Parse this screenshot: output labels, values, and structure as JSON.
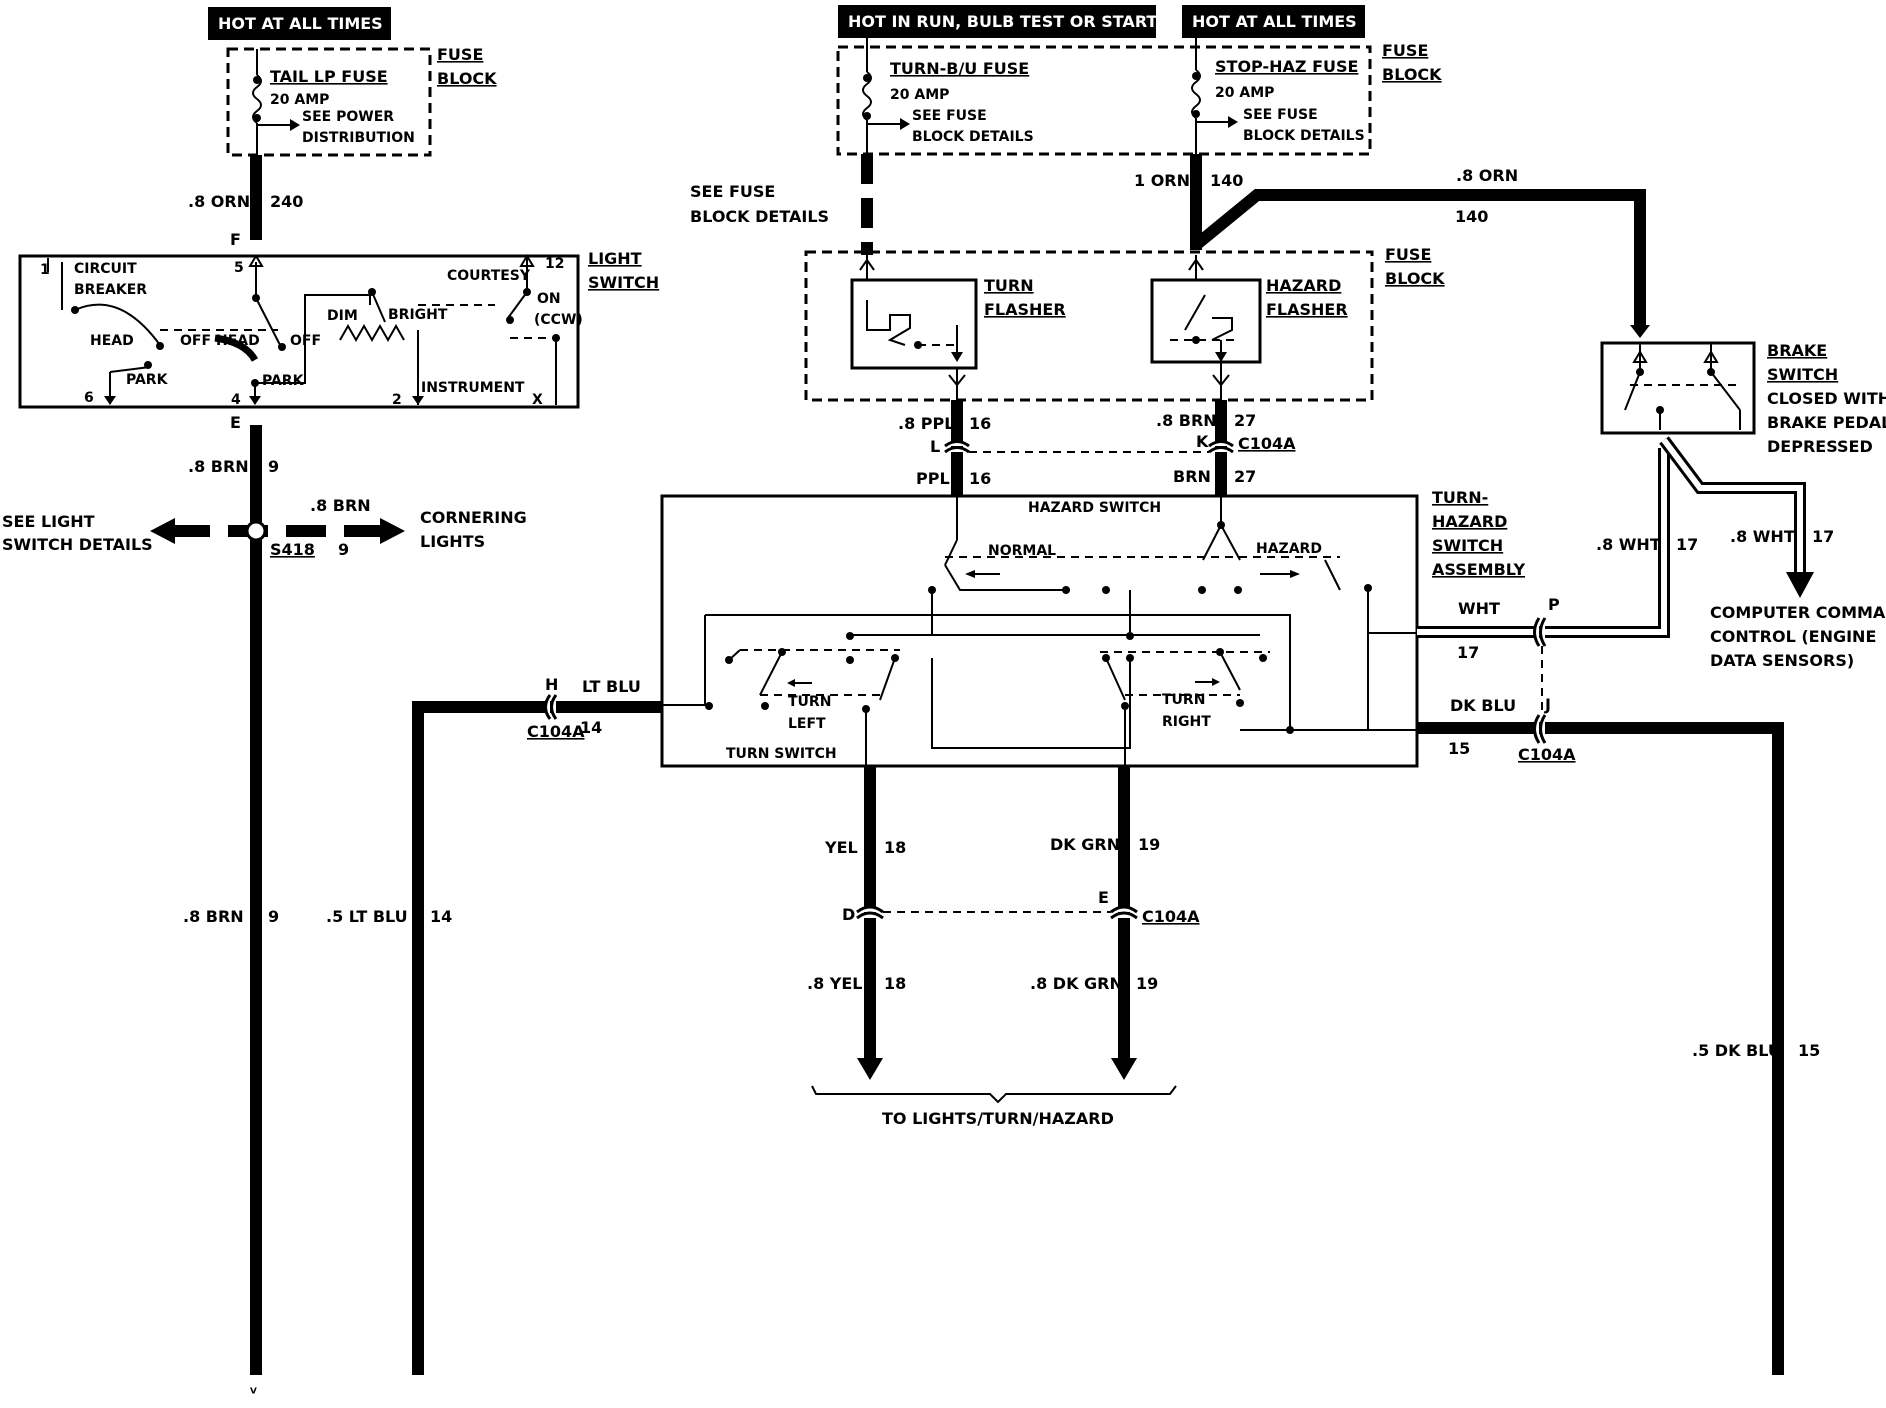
{
  "headers": {
    "left": "HOT AT ALL TIMES",
    "middle": "HOT IN RUN, BULB TEST OR START",
    "right": "HOT AT ALL TIMES"
  },
  "fuse_block_1": {
    "fuse_name": "TAIL LP FUSE",
    "amp": "20 AMP",
    "see_line1": "SEE POWER",
    "see_line2": "DISTRIBUTION",
    "label_line1": "FUSE",
    "label_line2": "BLOCK"
  },
  "fuse_block_2": {
    "fuse_a": "TURN-B/U FUSE",
    "amp_a": "20 AMP",
    "see_a1": "SEE FUSE",
    "see_a2": "BLOCK DETAILS",
    "fuse_b": "STOP-HAZ FUSE",
    "amp_b": "20 AMP",
    "see_b1": "SEE FUSE",
    "see_b2": "BLOCK DETAILS",
    "label_line1": "FUSE",
    "label_line2": "BLOCK"
  },
  "light_switch": {
    "label_line1": "LIGHT",
    "label_line2": "SWITCH",
    "circuit_breaker_1": "CIRCUIT",
    "circuit_breaker_2": "BREAKER",
    "courtesy": "COURTESY",
    "on": "ON",
    "ccw": "(CCW)",
    "dim": "DIM",
    "bright": "BRIGHT",
    "head1": "HEAD",
    "off1": "OFF",
    "head2": "HEAD",
    "off2": "OFF",
    "park1": "PARK",
    "park2": "PARK",
    "instrument": "INSTRUMENT",
    "pin_1": "1",
    "pin_5": "5",
    "pin_12": "12",
    "pin_6": "6",
    "pin_4": "4",
    "pin_2": "2",
    "pin_x": "X",
    "pin_f": "F",
    "pin_e": "E"
  },
  "wires": {
    "orn_240_color": ".8 ORN",
    "orn_240_num": "240",
    "brn_9_color": ".8 BRN",
    "brn_9_num": "9",
    "brn_9b_color": ".8 BRN",
    "s418": "S418",
    "s418_num": "9",
    "brn_lower_color": ".8 BRN",
    "brn_lower_num": "9",
    "ltblu_lower_color": ".5 LT BLU",
    "ltblu_lower_num": "14",
    "ltblu_h": "H",
    "ltblu_label": "LT BLU",
    "ltblu_conn": "C104A",
    "ltblu_num": "14",
    "see_fuse_1": "SEE FUSE",
    "see_fuse_2": "BLOCK DETAILS",
    "orn_140_color": "1 ORN",
    "orn_140_num": "140",
    "orn_8_color": ".8 ORN",
    "orn_8_num": "140",
    "ppl_top_color": ".8 PPL",
    "ppl_top_num": "16",
    "ppl_l": "L",
    "ppl_color": "PPL",
    "ppl_num": "16",
    "brn_top_color": ".8 BRN",
    "brn_top_num": "27",
    "brn_k": "K",
    "brn_conn": "C104A",
    "brn_color": "BRN",
    "brn_num": "27",
    "wht_color": "WHT",
    "wht_num": "17",
    "wht_p": "P",
    "dkblu_color": "DK BLU",
    "dkblu_j": "J",
    "dkblu_num": "15",
    "dkblu_conn": "C104A",
    "wht8a_color": ".8 WHT",
    "wht8a_num": "17",
    "wht8b_color": ".8 WHT",
    "wht8b_num": "17",
    "yel_color": "YEL",
    "yel_num": "18",
    "dkgrn_color": "DK GRN",
    "dkgrn_num": "19",
    "yel_d": "D",
    "dkgrn_e": "E",
    "lower_conn": "C104A",
    "yel8_color": ".8 YEL",
    "yel8_num": "18",
    "dkgrn8_color": ".8 DK GRN",
    "dkgrn8_num": "19",
    "dkblu5_color": ".5 DK BLU",
    "dkblu5_num": "15"
  },
  "flashers": {
    "fuse_block_1": "FUSE",
    "fuse_block_2": "BLOCK",
    "turn_1": "TURN",
    "turn_2": "FLASHER",
    "hazard_1": "HAZARD",
    "hazard_2": "FLASHER"
  },
  "brake_switch": {
    "line1": "BRAKE",
    "line2": "SWITCH",
    "line3": "CLOSED WITH",
    "line4": "BRAKE PEDAL",
    "line5": "DEPRESSED"
  },
  "turn_hazard": {
    "hazard_switch": "HAZARD SWITCH",
    "normal": "NORMAL",
    "hazard": "HAZARD",
    "turn_left_1": "TURN",
    "turn_left_2": "LEFT",
    "turn_right_1": "TURN",
    "turn_right_2": "RIGHT",
    "turn_switch": "TURN SWITCH",
    "assembly_1": "TURN-",
    "assembly_2": "HAZARD",
    "assembly_3": "SWITCH",
    "assembly_4": "ASSEMBLY"
  },
  "destinations": {
    "see_light_1": "SEE LIGHT",
    "see_light_2": "SWITCH DETAILS",
    "cornering_1": "CORNERING",
    "cornering_2": "LIGHTS",
    "computer_1": "COMPUTER COMMAND",
    "computer_2": "CONTROL (ENGINE",
    "computer_3": "DATA SENSORS)",
    "to_lights": "TO LIGHTS/TURN/HAZARD"
  }
}
